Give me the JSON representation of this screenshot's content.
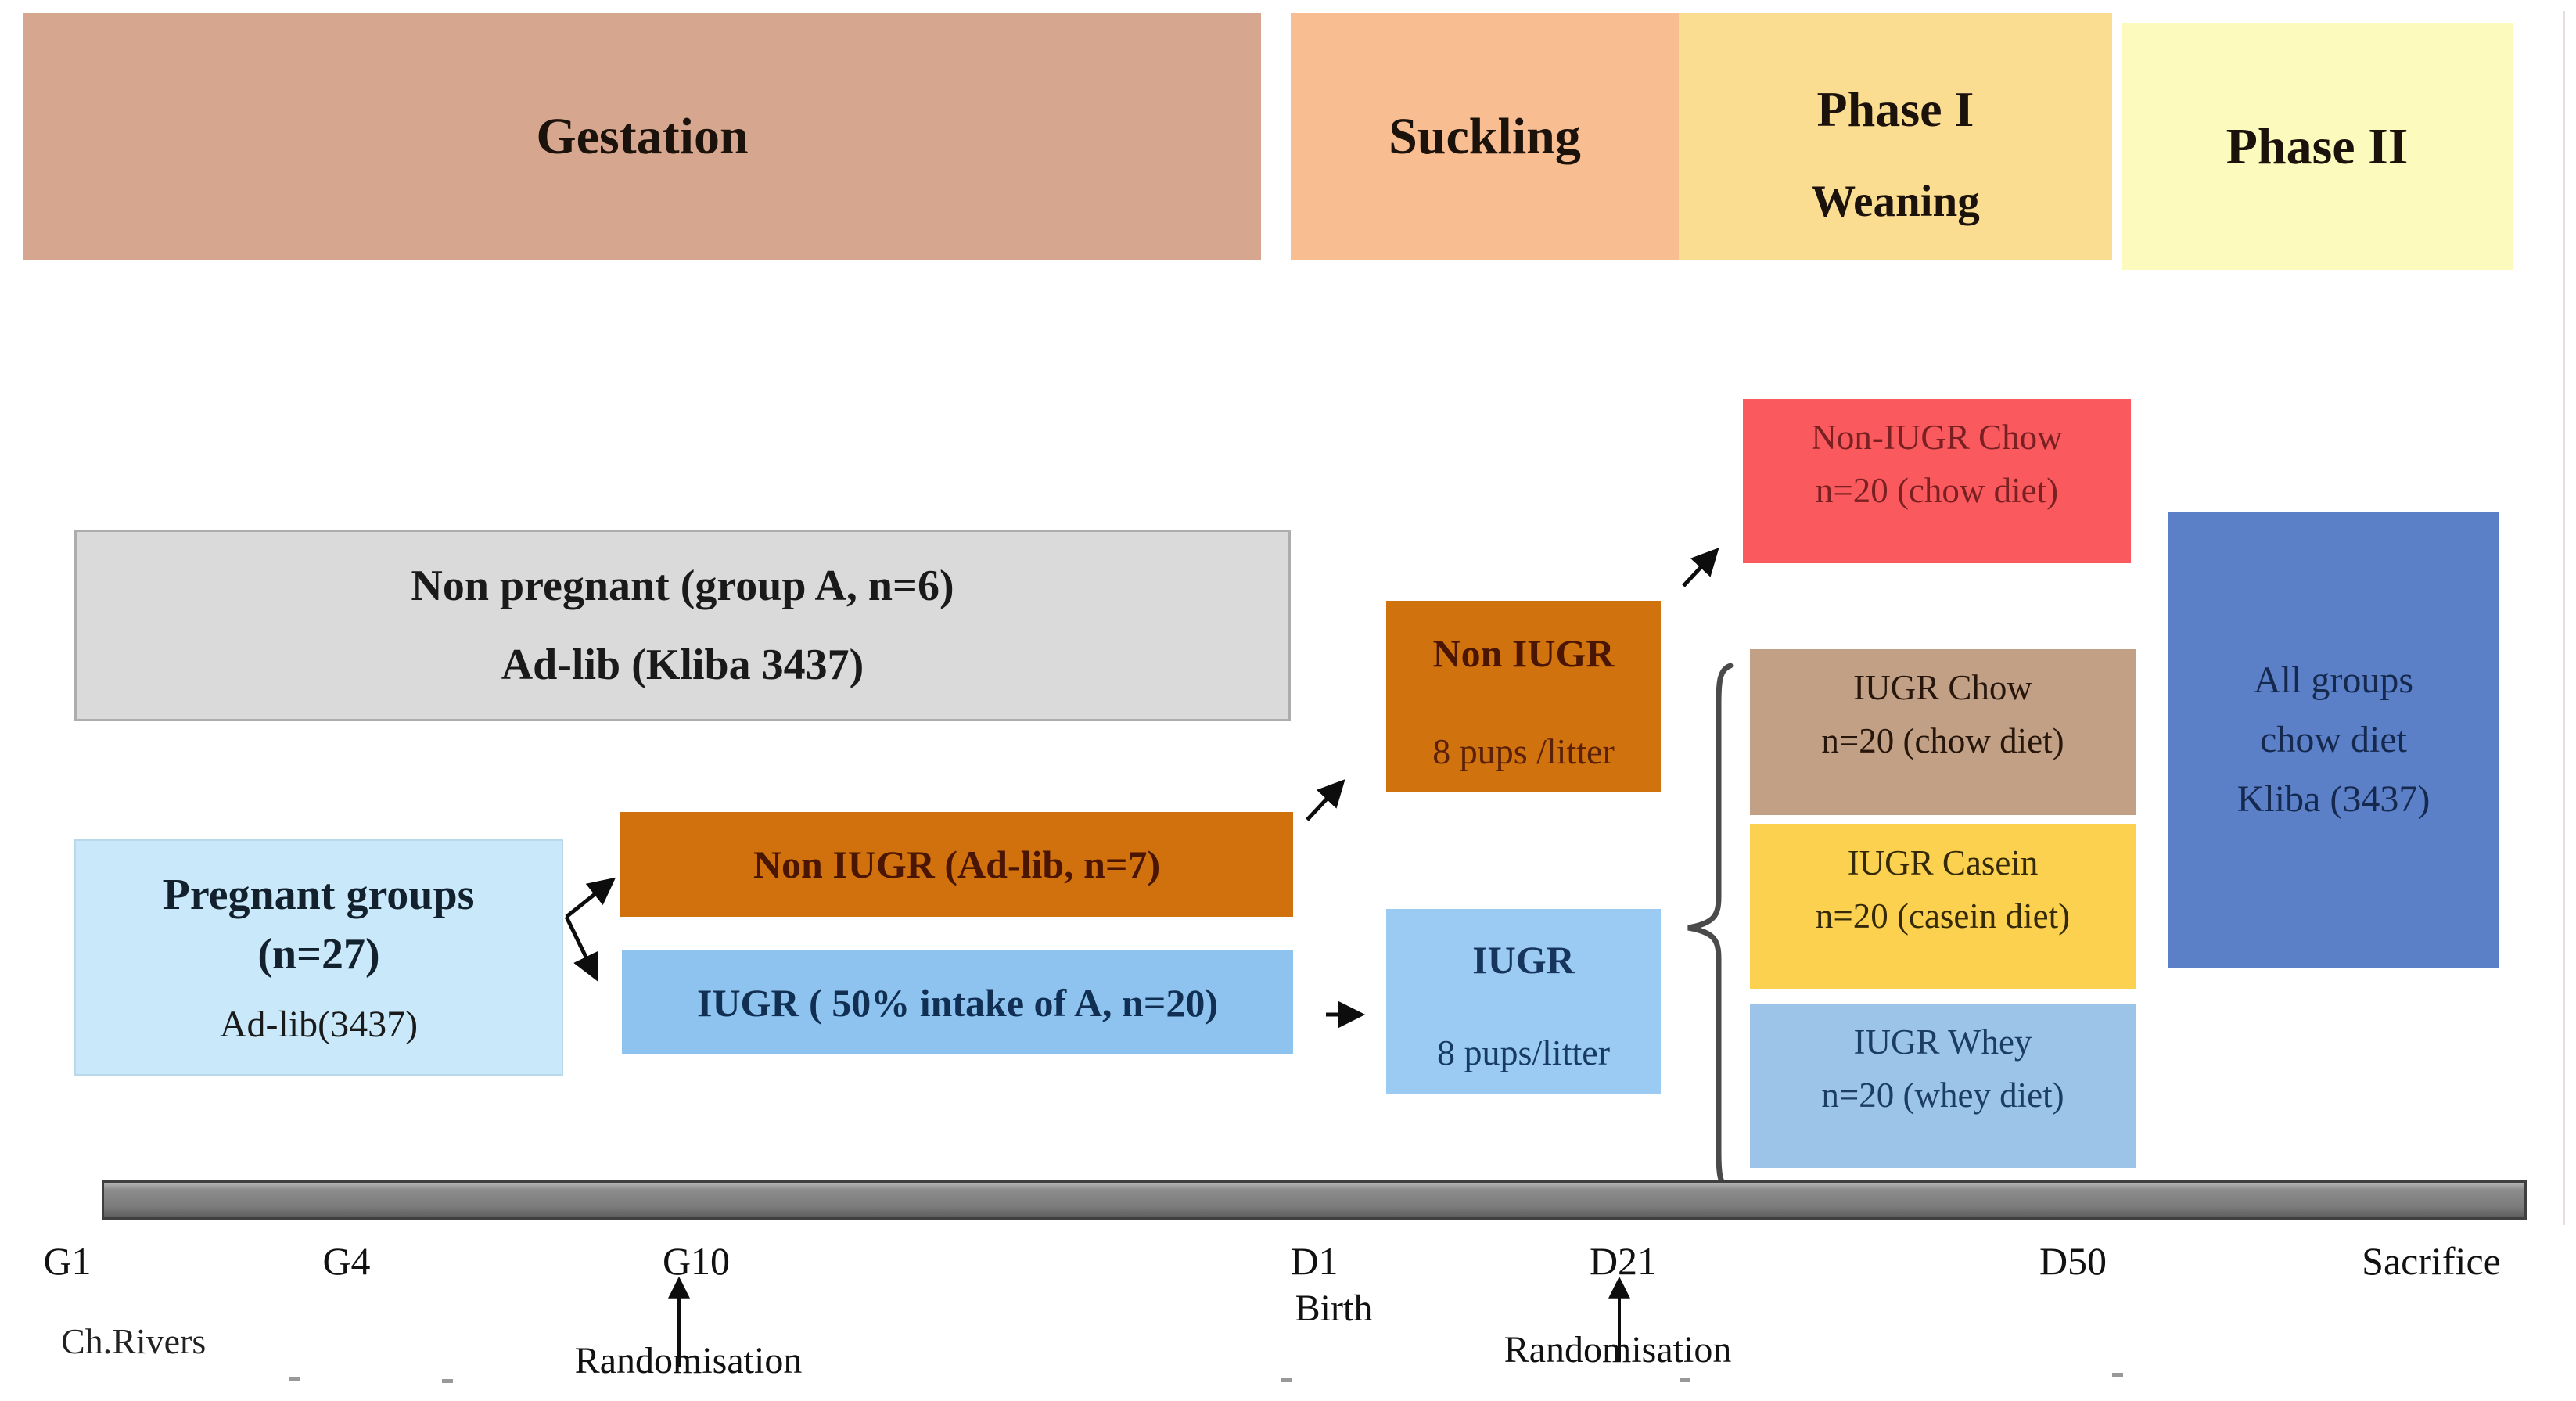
{
  "phases": {
    "gestation": "Gestation",
    "suckling": "Suckling",
    "phase1": "Phase I",
    "phase1_sub": "Weaning",
    "phase2": "Phase II"
  },
  "groups": {
    "non_pregnant": {
      "line1": "Non pregnant (group A, n=6)",
      "line2": "Ad-lib (Kliba 3437)"
    },
    "pregnant": {
      "line1": "Pregnant groups",
      "line2": "(n=27)",
      "line3": "Ad-lib(3437)"
    },
    "non_iugr_branch": {
      "label": "Non IUGR (Ad-lib, n=7)"
    },
    "iugr_branch": {
      "label": "IUGR ( 50% intake of A, n=20)"
    },
    "non_iugr_litter": {
      "line1": "Non IUGR",
      "line2": "8 pups /litter"
    },
    "iugr_litter": {
      "line1": "IUGR",
      "line2": "8 pups/litter"
    },
    "non_iugr_chow": {
      "line1": "Non-IUGR Chow",
      "line2": "n=20 (chow diet)"
    },
    "iugr_chow": {
      "line1": "IUGR Chow",
      "line2": "n=20 (chow diet)"
    },
    "iugr_casein": {
      "line1": "IUGR Casein",
      "line2": "n=20 (casein diet)"
    },
    "iugr_whey": {
      "line1": "IUGR Whey",
      "line2": "n=20 (whey diet)"
    },
    "all_groups": {
      "line1": "All groups",
      "line2": "chow diet",
      "line3": "Kliba (3437)"
    }
  },
  "timeline": {
    "ticks": [
      "G1",
      "G4",
      "G10",
      "D1",
      "D21",
      "D50",
      "Sacrifice"
    ],
    "birth_label": "Birth",
    "randomisation_g10": "Randomisation",
    "randomisation_d21": "Randomisation",
    "credit": "Ch.Rivers"
  },
  "colors": {
    "gestation_band": "#d6a78e",
    "suckling_band": "#f8bd90",
    "phase1_band": "#fbdd92",
    "phase2_band": "#fcfabc",
    "non_pregnant_box": "#dadada",
    "pregnant_box": "#c9e9fa",
    "non_iugr_orange": "#d0710d",
    "iugr_blue": "#8fc3ef",
    "non_iugr_chow_red": "#fa5a5e",
    "iugr_chow_tan": "#c1a086",
    "iugr_casein_yellow": "#fcd150",
    "iugr_whey_blue": "#9cc4e8",
    "all_groups_blue": "#5c80c8",
    "timeline_bar": "#7b7b7b"
  }
}
